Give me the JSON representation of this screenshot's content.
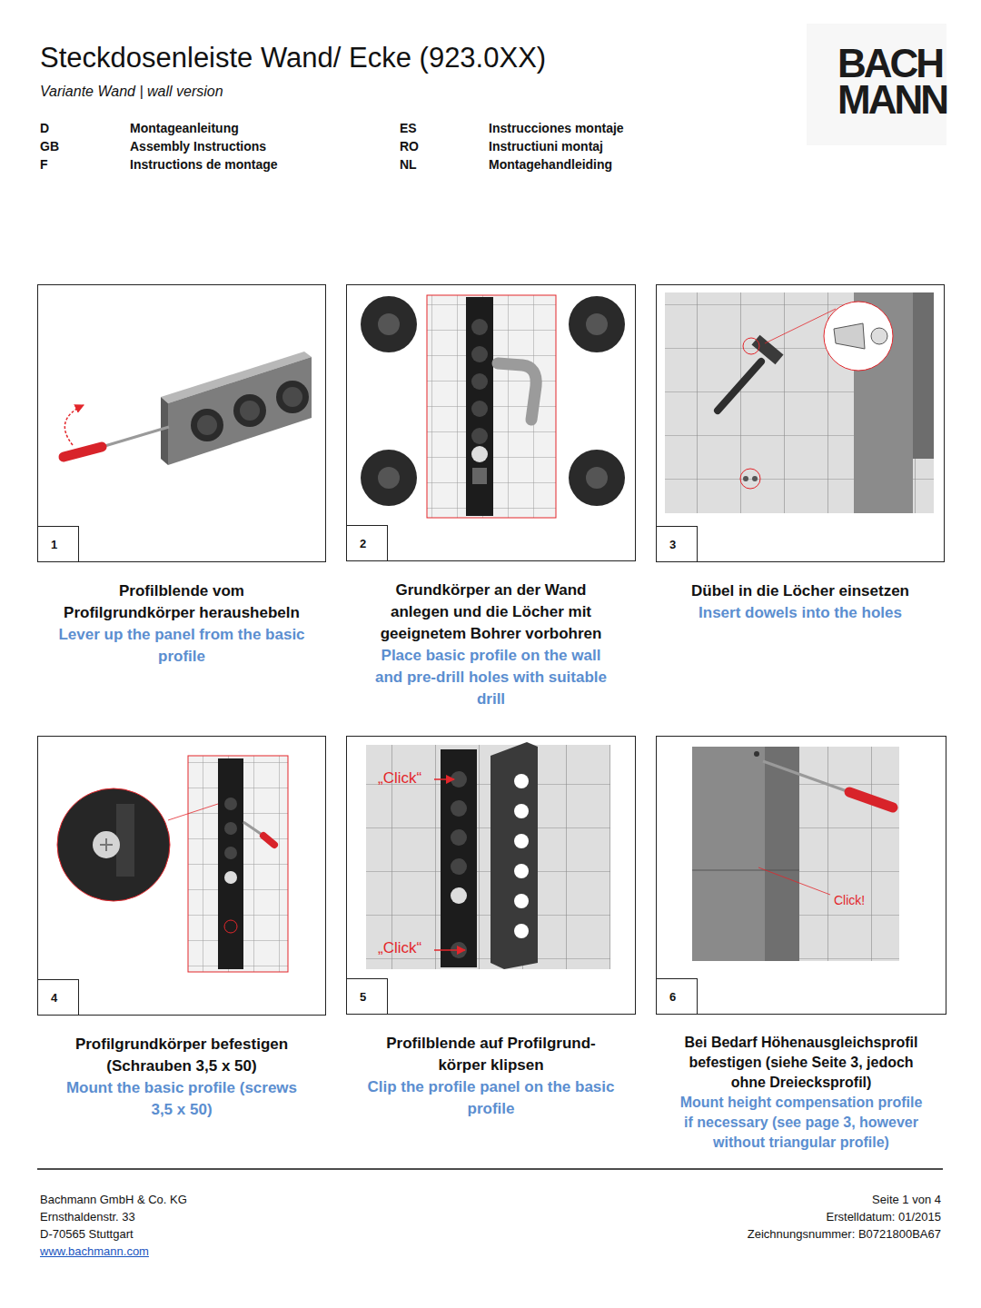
{
  "diagram": {
    "title": "Steckdosenleiste Wand/ Ecke (923.0XX)",
    "nodes": [
      {
        "text": [
          "Profilblende vom Profilgrundkörper heraushebeln",
          "Lever up the panel from the basic profile"
        ]
      },
      {
        "text": [
          "1"
        ],
        "in": 0
      },
      {
        "text": [
          "Grundkörper an der Wand anlegen und die Löcher mit geeignetem Bohrer vorbohren",
          "Place basic profile on the wall and pre-drill holes with suitable drill"
        ]
      },
      {
        "text": [
          "2"
        ],
        "in": 2
      },
      {
        "text": [
          "Dübel in die Löcher einsetzen",
          "Insert dowels into the holes"
        ]
      },
      {
        "text": [
          "3"
        ],
        "in": 4
      },
      {
        "text": [
          "Profilgrundkörper befestigen (Schrauben 3,5 x 50)",
          "Mount the basic profile (screws 3,5 x 50)"
        ]
      },
      {
        "text": [
          "4"
        ],
        "in": 6
      },
      {
        "text": [
          "Profilblende auf Profilgrund- körper klipsen",
          "Clip the profile panel on the basic profile"
        ]
      },
      {
        "text": [
          "5"
        ],
        "in": 8
      },
      {
        "text": [
          "Bei Bedarf Höhenausgleichsprofil befestigen (siehe Seite 3, jedoch ohne Dreiecksprofil)",
          "Mount height compensation profile if necessary (see page 3, however without triangular profile)"
        ]
      },
      {
        "text": [
          "6"
        ],
        "in": 10
      }
    ],
    "labels": [
      "Variante Wand | wall version",
      "D",
      "Montageanleitung",
      "GB",
      "Assembly Instructions",
      "F",
      "Instructions de montage",
      "ES",
      "Instrucciones montaje",
      "RO",
      "Instructiuni montaj",
      "NL",
      "Montagehandleiding",
      "BACH",
      "MANN",
      "„Click“",
      "„Click“",
      "Click!",
      "Bachmann GmbH & Co. KG",
      "Ernsthaldenstr. 33",
      "D-70565 Stuttgart",
      "www.bachmann.com",
      "Seite 1 von 4",
      "Erstelldatum: 01/2015",
      "Zeichnungsnummer: B0721800BA67"
    ]
  }
}
